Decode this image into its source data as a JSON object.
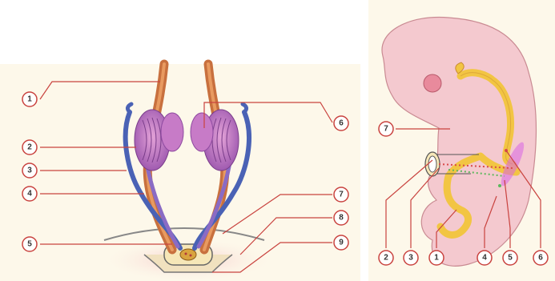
{
  "left_diagram": {
    "callouts": [
      "1",
      "2",
      "3",
      "4",
      "5",
      "6",
      "7",
      "8",
      "9"
    ]
  },
  "right_diagram": {
    "inner_callout": "7",
    "bottom_callouts": [
      "2",
      "3",
      "1",
      "4",
      "5",
      "6"
    ]
  },
  "colors": {
    "panel_bg": "#fdf8ea",
    "callout_ring": "#c9433f",
    "leader_line": "#c9433f",
    "tube_orange": "#c8703e",
    "gland_purple": "#a05bb0",
    "vessel_blue": "#4a62b5",
    "embryo_pink": "#f4c9cf",
    "canal_yellow": "#f2c543"
  }
}
